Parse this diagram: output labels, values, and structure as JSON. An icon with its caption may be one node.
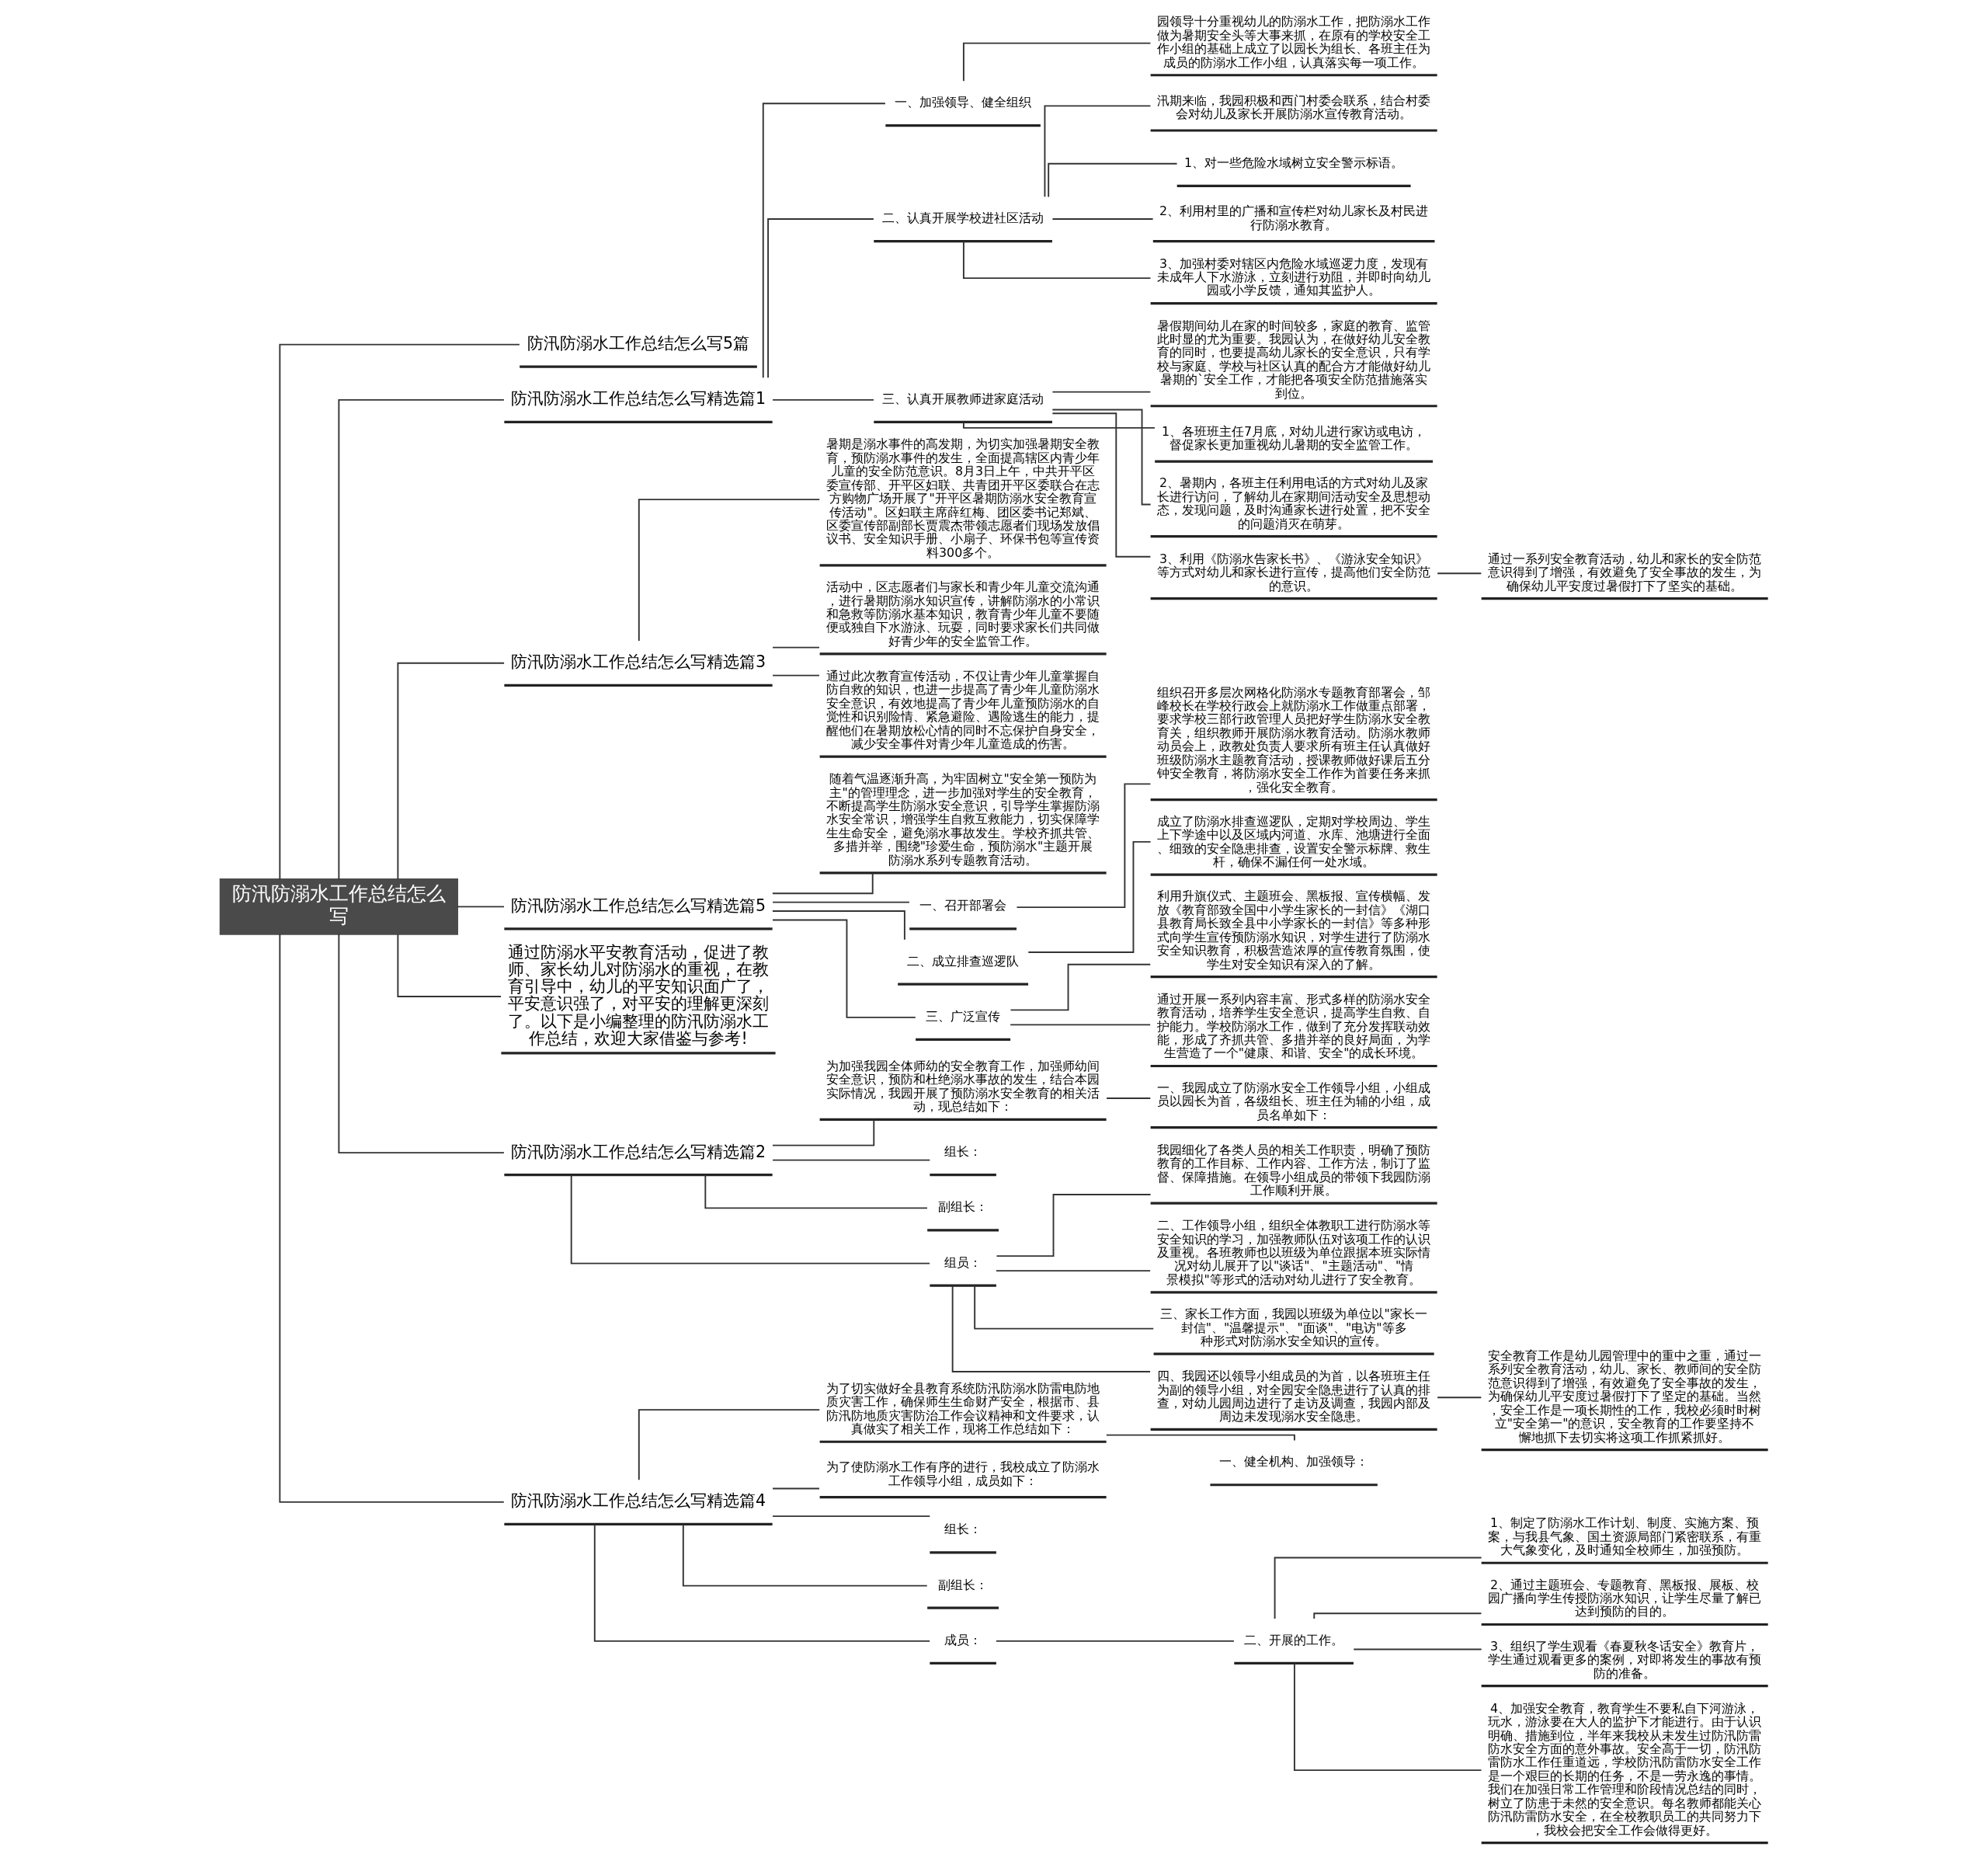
{
  "diagram": {
    "nodes": [
      {
        "text": [
          "防汛防溺水工作总结怎么写"
        ]
      },
      {
        "text": [
          "防汛防溺水工作总结怎么写5篇"
        ]
      },
      {
        "text": [
          "防汛防溺水工作总结怎么写精选篇1"
        ]
      },
      {
        "text": [
          "一、加强领导、健全组织"
        ]
      },
      {
        "text": [
          "园领导十分重视幼儿的防溺水工作，把防溺水工作做为暑期安全头等大事来抓，在原有的学校安全工作小组的基础上成立了以园长为组长、各班主任为成员的防溺水工作小组，认真落实每一项工作。"
        ]
      },
      {
        "text": [
          "二、认真开展学校进社区活动"
        ]
      },
      {
        "text": [
          "汛期来临，我园积极和西门村委会联系，结合村委会对幼儿及家长开展防溺水宣传教育活动。"
        ]
      },
      {
        "text": [
          "1、对一些危险水域树立安全警示标语。"
        ]
      },
      {
        "text": [
          "2、利用村里的广播和宣传栏对幼儿家长及村民进行防溺水教育。"
        ]
      },
      {
        "text": [
          "3、加强村委对辖区内危险水域巡逻力度，发现有未成年人下水游泳，立刻进行劝阻，并即时向幼儿园或小学反馈，通知其监护人。"
        ]
      },
      {
        "text": [
          "三、认真开展教师进家庭活动"
        ]
      },
      {
        "text": [
          "暑假期间幼儿在家的时间较多，家庭的教育、监管此时显的尤为重要。我园认为，在做好幼儿安全教育的同时，也要提高幼儿家长的安全意识，只有学校与家庭、学校与社区认真的配合方才能做好幼儿暑期的`安全工作，才能把各项安全防范措施落实到位。"
        ]
      },
      {
        "text": [
          "1、各班班主任7月底，对幼儿进行家访或电访，督促家长更加重视幼儿暑期的安全监管工作。"
        ]
      },
      {
        "text": [
          "2、暑期内，各班主任利用电话的方式对幼儿及家长进行访问，了解幼儿在家期间活动安全及思想动态，发现问题，及时沟通家长进行处置，把不安全的问题消灭在萌芽。"
        ]
      },
      {
        "text": [
          "3、利用《防溺水告家长书》、《游泳安全知识》等方式对幼儿和家长进行宣传，提高他们安全防范的意识。"
        ]
      },
      {
        "text": [
          "通过一系列安全教育活动，幼儿和家长的安全防范意识得到了增强，有效避免了安全事故的发生，为确保幼儿平安度过暑假打下了坚实的基础。"
        ]
      },
      {
        "text": [
          "防汛防溺水工作总结怎么写精选篇3"
        ]
      },
      {
        "text": [
          "暑期是溺水事件的高发期，为切实加强暑期安全教育，预防溺水事件的发生，全面提高辖区内青少年儿童的安全防范意识。8月3日上午，中共开平区委宣传部、开平区妇联、共青团开平区委联合在志方购物广场开展了\"开平区暑期防溺水安全教育宣传活动\"。区妇联主席薛红梅、团区委书记郑斌、区委宣传部副部长贾震杰带领志愿者们现场发放倡议书、安全知识手册、小扇子、环保书包等宣传资料300多个。"
        ]
      },
      {
        "text": [
          "活动中，区志愿者们与家长和青少年儿童交流沟通，进行暑期防溺水知识宣传，讲解防溺水的小常识和急救等防溺水基本知识，教育青少年儿童不要随便或独自下水游泳、玩耍，同时要求家长们共同做好青少年的安全监管工作。"
        ]
      },
      {
        "text": [
          "通过此次教育宣传活动，不仅让青少年儿童掌握自防自救的知识，也进一步提高了青少年儿童防溺水安全意识，有效地提高了青少年儿童预防溺水的自觉性和识别险情、紧急避险、遇险逃生的能力，提醒他们在暑期放松心情的同时不忘保护自身安全，减少安全事件对青少年儿童造成的伤害。"
        ]
      },
      {
        "text": [
          "防汛防溺水工作总结怎么写精选篇5"
        ]
      },
      {
        "text": [
          "随着气温逐渐升高，为牢固树立\"安全第一预防为主\"的管理理念，进一步加强对学生的安全教育，不断提高学生防溺水安全意识，引导学生掌握防溺水安全常识，增强学生自救互救能力，切实保障学生生命安全，避免溺水事故发生。学校齐抓共管、多措并举，围绕\"珍爱生命，预防溺水\"主题开展防溺水系列专题教育活动。"
        ]
      },
      {
        "text": [
          "一、召开部署会"
        ]
      },
      {
        "text": [
          "组织召开多层次网格化防溺水专题教育部署会，邹峰校长在学校行政会上就防溺水工作做重点部署，要求学校三部行政管理人员把好学生防溺水安全教育关，组织教师开展防溺水教育活动。防溺水教师动员会上，政教处负责人要求所有班主任认真做好班级防溺水主题教育活动，授课教师做好课后五分钟安全教育，将防溺水安全工作作为首要任务来抓，强化安全教育。"
        ]
      },
      {
        "text": [
          "二、成立排查巡逻队"
        ]
      },
      {
        "text": [
          "成立了防溺水排查巡逻队，定期对学校周边、学生上下学途中以及区域内河道、水库、池塘进行全面、细致的安全隐患排查，设置安全警示标牌、救生杆，确保不漏任何一处水域。"
        ]
      },
      {
        "text": [
          "三、广泛宣传"
        ]
      },
      {
        "text": [
          "利用升旗仪式、主题班会、黑板报、宣传横幅、发放《教育部致全国中小学生家长的一封信》《湖口县教育局长致全县中小学家长的一封信》等多种形式向学生宣传预防溺水知识，对学生进行了防溺水安全知识教育，积极营造浓厚的宣传教育氛围，使学生对安全知识有深入的了解。"
        ]
      },
      {
        "text": [
          "通过开展一系列内容丰富、形式多样的防溺水安全教育活动，培养学生安全意识，提高学生自救、自护能力。学校防溺水工作，做到了充分发挥联动效能，形成了齐抓共管、多措并举的良好局面，为学生营造了一个\"健康、和谐、安全\"的成长环境。"
        ]
      },
      {
        "text": [
          "通过防溺水平安教育活动，促进了教师、家长幼儿对防溺水的重视，在教育引导中，幼儿的平安知识面广了，平安意识强了，对平安的理解更深刻了。以下是小编整理的防汛防溺水工作总结，欢迎大家借鉴与参考!"
        ]
      },
      {
        "text": [
          "防汛防溺水工作总结怎么写精选篇2"
        ]
      },
      {
        "text": [
          "为加强我园全体师幼的安全教育工作，加强师幼间安全意识，预防和杜绝溺水事故的发生，结合本园实际情况，我园开展了预防溺水安全教育的相关活动，现总结如下："
        ]
      },
      {
        "text": [
          "一、我园成立了防溺水安全工作领导小组，小组成员以园长为首，各级组长、班主任为辅的小组，成员名单如下："
        ]
      },
      {
        "text": [
          "组长："
        ]
      },
      {
        "text": [
          "副组长："
        ]
      },
      {
        "text": [
          "组员："
        ]
      },
      {
        "text": [
          "我园细化了各类人员的相关工作职责，明确了预防教育的工作目标、工作内容、工作方法，制订了监督、保障措施。在领导小组成员的带领下我园防溺工作顺利开展。"
        ]
      },
      {
        "text": [
          "二、工作领导小组，组织全体教职工进行防溺水等安全知识的学习，加强教师队伍对该项工作的认识及重视。各班教师也以班级为单位跟据本班实际情况对幼儿展开了以\"谈话\"、\"主题活动\"、\"情景模拟\"等形式的活动对幼儿进行了安全教育。"
        ]
      },
      {
        "text": [
          "三、家长工作方面，我园以班级为单位以\"家长一封信\"、\"温馨提示\"、\"面谈\"、\"电访\"等多种形式对防溺水安全知识的宣传。"
        ]
      },
      {
        "text": [
          "四、我园还以领导小组成员的为首，以各班班主任为副的领导小组，对全园安全隐患进行了认真的排查，对幼儿园周边进行了走访及调查，我园内部及周边未发现溺水安全隐患。"
        ]
      },
      {
        "text": [
          "安全教育工作是幼儿园管理中的重中之重，通过一系列安全教育活动，幼儿、家长、教师间的安全防范意识得到了增强，有效避免了安全事故的发生，为确保幼儿平安度过暑假打下了坚定的基础。当然，安全工作是一项长期性的工作，我校必须时时树立\"安全第一\"的意识，安全教育的工作要坚持不懈地抓下去切实将这项工作抓紧抓好。"
        ]
      },
      {
        "text": [
          "防汛防溺水工作总结怎么写精选篇4"
        ]
      },
      {
        "text": [
          "为了切实做好全县教育系统防汛防溺水防雷电防地质灾害工作，确保师生生命财产安全，根据市、县防汛防地质灾害防治工作会议精神和文件要求，认真做实了相关工作，现将工作总结如下："
        ]
      },
      {
        "text": [
          "一、健全机构、加强领导："
        ]
      },
      {
        "text": [
          "为了使防溺水工作有序的进行，我校成立了防溺水工作领导小组，成员如下："
        ]
      },
      {
        "text": [
          "组长："
        ]
      },
      {
        "text": [
          "副组长："
        ]
      },
      {
        "text": [
          "成员："
        ]
      },
      {
        "text": [
          "二、开展的工作。"
        ]
      },
      {
        "text": [
          "1、制定了防溺水工作计划、制度、实施方案、预案，与我县气象、国土资源局部门紧密联系，有重大气象变化，及时通知全校师生，加强预防。"
        ]
      },
      {
        "text": [
          "2、通过主题班会、专题教育、黑板报、展板、校园广播向学生传授防溺水知识，让学生尽量了解已达到预防的目的。"
        ]
      },
      {
        "text": [
          "3、组织了学生观看《春夏秋冬话安全》教育片，学生通过观看更多的案例，对即将发生的事故有预防的准备。"
        ]
      },
      {
        "text": [
          "4、加强安全教育，教育学生不要私自下河游泳，玩水，游泳要在大人的监护下才能进行。由于认识明确、措施到位，半年来我校从未发生过防汛防雷防水安全方面的意外事故。安全高于一切，防汛防雷防水工作任重道远，学校防汛防雷防水安全工作是一个艰巨的长期的任务，不是一劳永逸的事情。我们在加强日常工作管理和阶段情况总结的同时，树立了防患于未然的安全意识。每名教师都能关心防汛防雷防水安全，在全校教职员工的共同努力下，我校会把安全工作会做得更好。"
        ]
      }
    ],
    "edges": [
      {
        "from": 0,
        "to": 1,
        "arrow": "none"
      },
      {
        "from": 0,
        "to": 2,
        "arrow": "none"
      },
      {
        "from": 2,
        "to": 3,
        "arrow": "none"
      },
      {
        "from": 3,
        "to": 4,
        "arrow": "none"
      },
      {
        "from": 2,
        "to": 5,
        "arrow": "none"
      },
      {
        "from": 5,
        "to": 6,
        "arrow": "none"
      },
      {
        "from": 5,
        "to": 7,
        "arrow": "none"
      },
      {
        "from": 5,
        "to": 8,
        "arrow": "none"
      },
      {
        "from": 5,
        "to": 9,
        "arrow": "none"
      },
      {
        "from": 2,
        "to": 10,
        "arrow": "none"
      },
      {
        "from": 10,
        "to": 11,
        "arrow": "none"
      },
      {
        "from": 10,
        "to": 12,
        "arrow": "none"
      },
      {
        "from": 10,
        "to": 13,
        "arrow": "none"
      },
      {
        "from": 10,
        "to": 14,
        "arrow": "none"
      },
      {
        "from": 14,
        "to": 15,
        "arrow": "none"
      },
      {
        "from": 0,
        "to": 16,
        "arrow": "none"
      },
      {
        "from": 16,
        "to": 17,
        "arrow": "none"
      },
      {
        "from": 16,
        "to": 18,
        "arrow": "none"
      },
      {
        "from": 16,
        "to": 19,
        "arrow": "none"
      },
      {
        "from": 0,
        "to": 20,
        "arrow": "none"
      },
      {
        "from": 20,
        "to": 21,
        "arrow": "none"
      },
      {
        "from": 20,
        "to": 22,
        "arrow": "none"
      },
      {
        "from": 22,
        "to": 23,
        "arrow": "none"
      },
      {
        "from": 20,
        "to": 24,
        "arrow": "none"
      },
      {
        "from": 24,
        "to": 25,
        "arrow": "none"
      },
      {
        "from": 20,
        "to": 26,
        "arrow": "none"
      },
      {
        "from": 26,
        "to": 27,
        "arrow": "none"
      },
      {
        "from": 26,
        "to": 28,
        "arrow": "none"
      },
      {
        "from": 0,
        "to": 29,
        "arrow": "none"
      },
      {
        "from": 0,
        "to": 30,
        "arrow": "none"
      },
      {
        "from": 30,
        "to": 31,
        "arrow": "none"
      },
      {
        "from": 31,
        "to": 32,
        "arrow": "none"
      },
      {
        "from": 30,
        "to": 33,
        "arrow": "none"
      },
      {
        "from": 30,
        "to": 34,
        "arrow": "none"
      },
      {
        "from": 30,
        "to": 35,
        "arrow": "none"
      },
      {
        "from": 35,
        "to": 36,
        "arrow": "none"
      },
      {
        "from": 35,
        "to": 37,
        "arrow": "none"
      },
      {
        "from": 35,
        "to": 38,
        "arrow": "none"
      },
      {
        "from": 35,
        "to": 39,
        "arrow": "none"
      },
      {
        "from": 39,
        "to": 40,
        "arrow": "none"
      },
      {
        "from": 0,
        "to": 41,
        "arrow": "none"
      },
      {
        "from": 41,
        "to": 42,
        "arrow": "none"
      },
      {
        "from": 42,
        "to": 43,
        "arrow": "none"
      },
      {
        "from": 41,
        "to": 44,
        "arrow": "none"
      },
      {
        "from": 41,
        "to": 45,
        "arrow": "none"
      },
      {
        "from": 41,
        "to": 46,
        "arrow": "none"
      },
      {
        "from": 41,
        "to": 47,
        "arrow": "none"
      },
      {
        "from": 47,
        "to": 48,
        "arrow": "none"
      },
      {
        "from": 48,
        "to": 49,
        "arrow": "none"
      },
      {
        "from": 48,
        "to": 50,
        "arrow": "none"
      },
      {
        "from": 48,
        "to": 51,
        "arrow": "none"
      },
      {
        "from": 48,
        "to": 52,
        "arrow": "none"
      }
    ]
  }
}
